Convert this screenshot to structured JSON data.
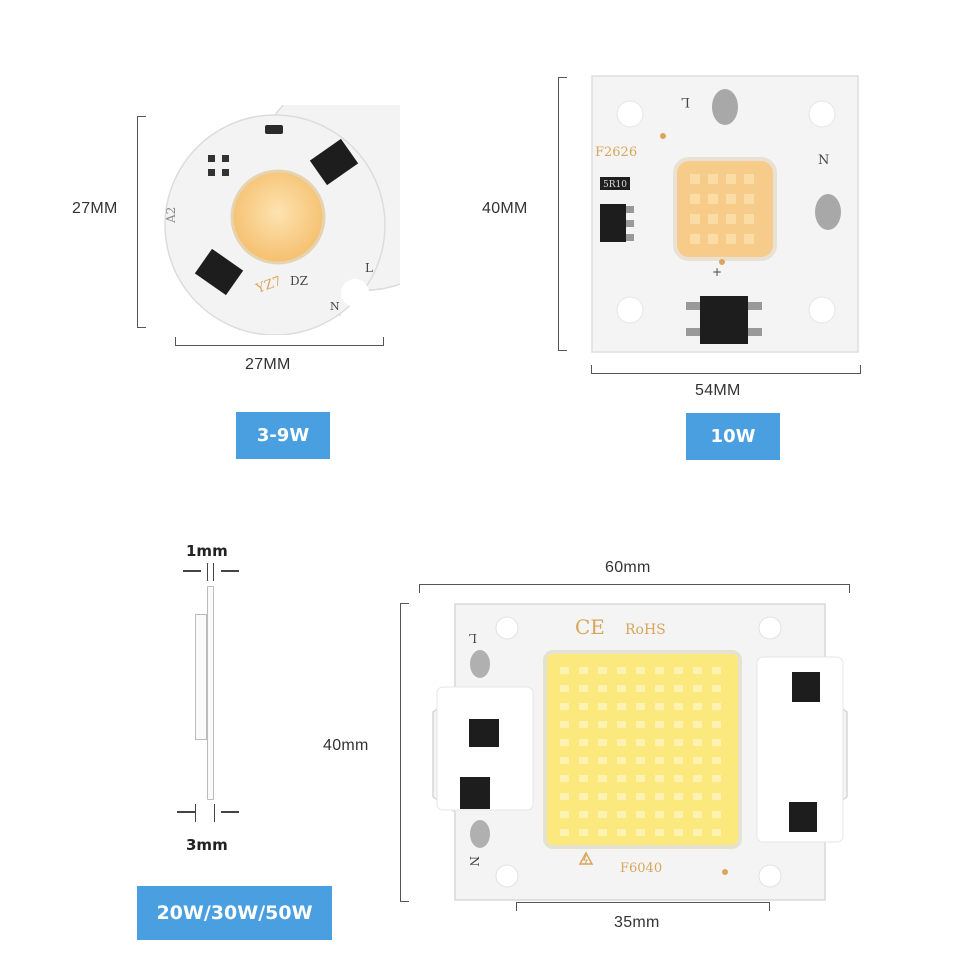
{
  "module_small": {
    "height_label": "27MM",
    "width_label": "27MM",
    "badge": "3-9W",
    "pcb_codes": [
      "A2",
      "YZ7",
      "DZ",
      "L",
      "N"
    ]
  },
  "module_medium": {
    "height_label": "40MM",
    "width_label": "54MM",
    "badge": "10W",
    "pcb_model": "F2626",
    "resistor_code": "5R10",
    "pcb_codes": [
      "L",
      "N",
      "+"
    ]
  },
  "module_large": {
    "width_label": "60mm",
    "height_label": "40mm",
    "led_width_label": "35mm",
    "thickness_top": "1mm",
    "thickness_bottom": "3mm",
    "badge": "20W/30W/50W",
    "pcb_model": "F6040",
    "cert_ce": "CE",
    "cert_rohs": "RoHS",
    "pcb_codes": [
      "L",
      "N"
    ]
  },
  "colors": {
    "badge_blue": "#4a9fe0",
    "led_warm": "#f7cc8a",
    "led_cool": "#fce97e",
    "pcb_white": "#f4f4f4"
  }
}
